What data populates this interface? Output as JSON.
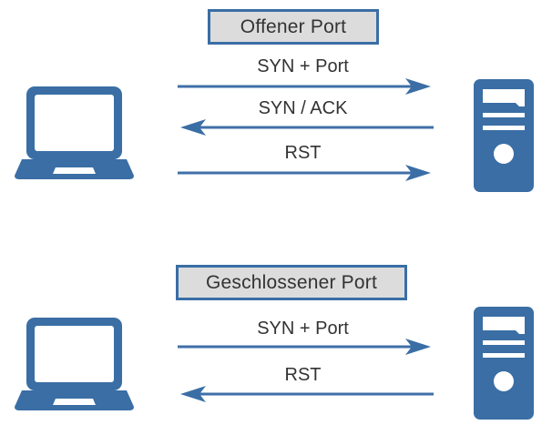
{
  "diagram": {
    "title_not_shown": "",
    "background_color": "#ffffff",
    "accent_color": "#3a6ea5",
    "label_fill_color": "#dcdcdc",
    "text_color": "#333333",
    "sections": [
      {
        "id": "open-port",
        "label": "Offener Port",
        "client_icon": "laptop-icon",
        "server_icon": "server-tower-icon",
        "messages": [
          {
            "text": "SYN + Port",
            "direction": "right"
          },
          {
            "text": "SYN / ACK",
            "direction": "left"
          },
          {
            "text": "RST",
            "direction": "right"
          }
        ]
      },
      {
        "id": "closed-port",
        "label": "Geschlossener Port",
        "client_icon": "laptop-icon",
        "server_icon": "server-tower-icon",
        "messages": [
          {
            "text": "SYN + Port",
            "direction": "right"
          },
          {
            "text": "RST",
            "direction": "left"
          }
        ]
      }
    ]
  }
}
